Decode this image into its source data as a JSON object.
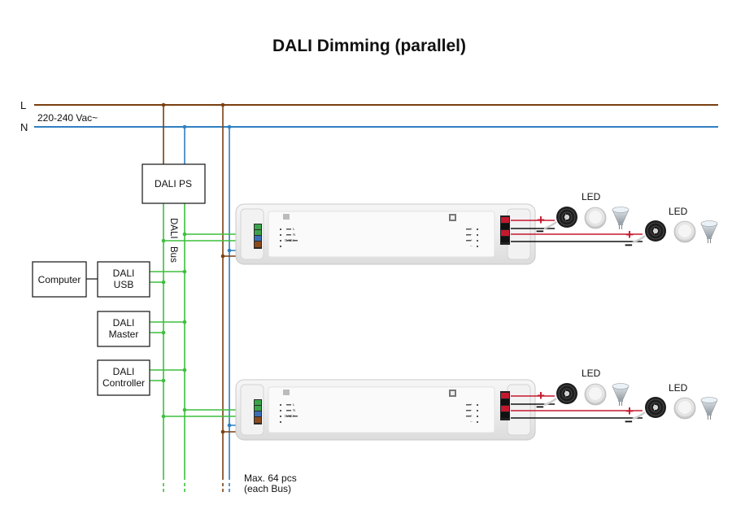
{
  "title": "DALI Dimming (parallel)",
  "mains": {
    "line_label": "L",
    "neutral_label": "N",
    "voltage": "220-240 Vac~",
    "line_color": "#7b3f10",
    "neutral_color": "#2f7fc1"
  },
  "bus": {
    "label_1": "DALI",
    "label_2": "Bus",
    "color": "#3dbf3d"
  },
  "boxes": {
    "power_supply": "DALI PS",
    "computer": "Computer",
    "usb_1": "DALI",
    "usb_2": "USB",
    "master_1": "DALI",
    "master_2": "Master",
    "controller_1": "DALI",
    "controller_2": "Controller"
  },
  "driver": {
    "input_marks": [
      "L",
      "N",
      "DA",
      "DA"
    ],
    "output_marks": [
      "+",
      "−",
      "+",
      "−"
    ]
  },
  "outputs": {
    "plus": "+",
    "minus": "−",
    "led_label": "LED",
    "positive_color": "#c5182e",
    "negative_color": "#111111"
  },
  "note": {
    "line_1": "Max. 64 pcs",
    "line_2": "(each Bus)"
  }
}
